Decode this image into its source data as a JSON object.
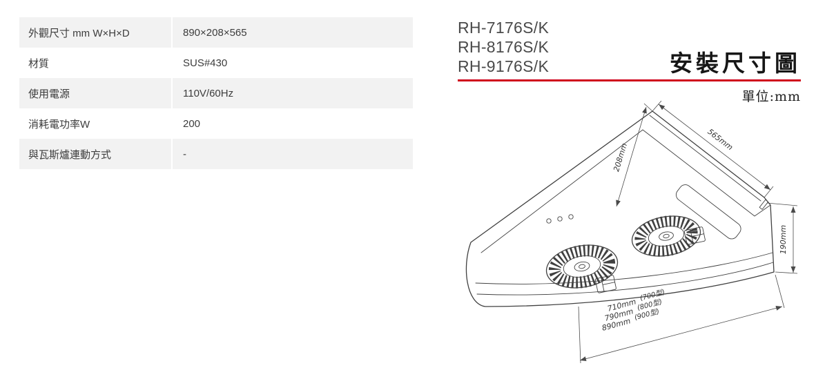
{
  "spec_table": {
    "rows": [
      {
        "label": "外觀尺寸 mm W×H×D",
        "value": "890×208×565"
      },
      {
        "label": "材質",
        "value": "SUS#430"
      },
      {
        "label": "使用電源",
        "value": "110V/60Hz"
      },
      {
        "label": "消耗電功率W",
        "value": "200"
      },
      {
        "label": "與瓦斯爐連動方式",
        "value": "-"
      }
    ]
  },
  "header": {
    "models": [
      "RH-7176S/K",
      "RH-8176S/K",
      "RH-9176S/K"
    ],
    "title": "安裝尺寸圖",
    "unit_label": "單位:mm",
    "accent_color": "#d0021b"
  },
  "diagram": {
    "depth_label": "565mm",
    "height_label": "208mm",
    "right_height_label": "190mm",
    "width_options": [
      {
        "value": "710mm",
        "model_note": "(700型)"
      },
      {
        "value": "790mm",
        "model_note": "(800型)"
      },
      {
        "value": "890mm",
        "model_note": "(900型)"
      }
    ]
  }
}
